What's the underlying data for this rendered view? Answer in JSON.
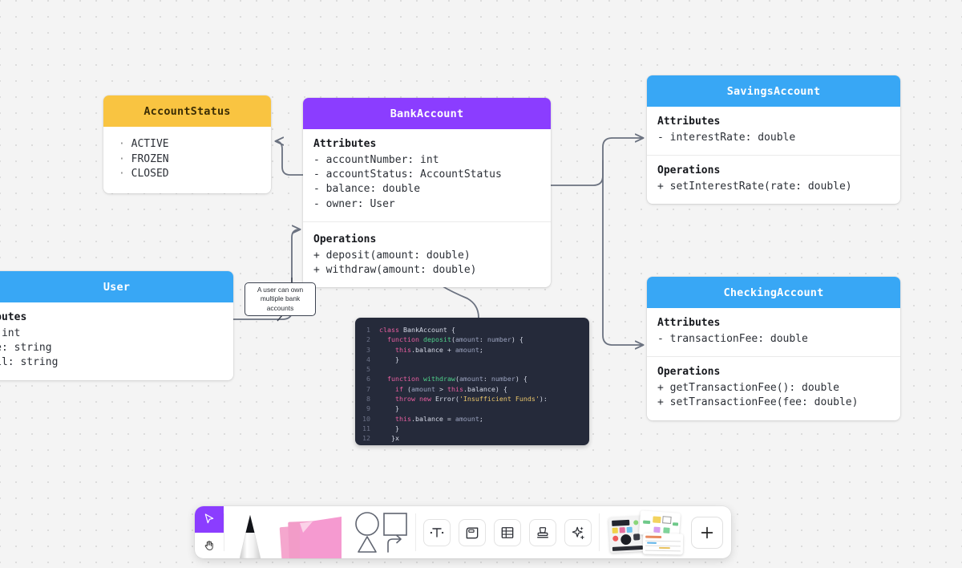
{
  "canvas": {
    "background_color": "#f4f4f4",
    "dot_color": "#dcdcdc"
  },
  "colors": {
    "purple": "#8b3dff",
    "blue": "#38a7f5",
    "amber": "#f9c441",
    "connector": "#6b7280",
    "code_bg": "#252a3a"
  },
  "cards": {
    "account_status": {
      "title": "AccountStatus",
      "header_color": "#f9c441",
      "values": [
        "ACTIVE",
        "FROZEN",
        "CLOSED"
      ]
    },
    "bank_account": {
      "title": "BankAccount",
      "header_color": "#8b3dff",
      "attributes_title": "Attributes",
      "attributes": [
        "- accountNumber: int",
        "- accountStatus: AccountStatus",
        "- balance: double",
        "- owner: User"
      ],
      "operations_title": "Operations",
      "operations": [
        "+ deposit(amount: double)",
        "+ withdraw(amount: double)"
      ]
    },
    "savings_account": {
      "title": "SavingsAccount",
      "header_color": "#38a7f5",
      "attributes_title": "Attributes",
      "attributes": [
        "- interestRate: double"
      ],
      "operations_title": "Operations",
      "operations": [
        "+ setInterestRate(rate: double)"
      ]
    },
    "checking_account": {
      "title": "CheckingAccount",
      "header_color": "#38a7f5",
      "attributes_title": "Attributes",
      "attributes": [
        "- transactionFee: double"
      ],
      "operations_title": "Operations",
      "operations": [
        "+ getTransactionFee(): double",
        "+ setTransactionFee(fee: double)"
      ]
    },
    "user": {
      "title": "User",
      "header_color": "#38a7f5",
      "attributes_title": "Attributes",
      "attributes": [
        "- id: int",
        "- name: string",
        "- email: string"
      ]
    }
  },
  "annotation": {
    "text": "A user can own multiple bank accounts"
  },
  "code_block": {
    "language": "typescript",
    "lines": [
      {
        "n": "1",
        "tokens": [
          {
            "t": "class ",
            "c": "kw"
          },
          {
            "t": "BankAccount ",
            "c": "cls"
          },
          {
            "t": "{",
            "c": "plain"
          }
        ]
      },
      {
        "n": "2",
        "tokens": [
          {
            "t": "  ",
            "c": "plain"
          },
          {
            "t": "function ",
            "c": "kw"
          },
          {
            "t": "deposit",
            "c": "fn"
          },
          {
            "t": "(",
            "c": "plain"
          },
          {
            "t": "amount",
            "c": "var"
          },
          {
            "t": ": ",
            "c": "plain"
          },
          {
            "t": "number",
            "c": "var"
          },
          {
            "t": ") {",
            "c": "plain"
          }
        ]
      },
      {
        "n": "3",
        "tokens": [
          {
            "t": "    ",
            "c": "plain"
          },
          {
            "t": "this",
            "c": "kw"
          },
          {
            "t": ".balance + ",
            "c": "plain"
          },
          {
            "t": "amount",
            "c": "var"
          },
          {
            "t": ";",
            "c": "plain"
          }
        ]
      },
      {
        "n": "4",
        "tokens": [
          {
            "t": "    }",
            "c": "plain"
          }
        ]
      },
      {
        "n": "5",
        "tokens": [
          {
            "t": "",
            "c": "plain"
          }
        ]
      },
      {
        "n": "6",
        "tokens": [
          {
            "t": "  ",
            "c": "plain"
          },
          {
            "t": "function ",
            "c": "kw"
          },
          {
            "t": "withdraw",
            "c": "fn"
          },
          {
            "t": "(",
            "c": "plain"
          },
          {
            "t": "amount",
            "c": "var"
          },
          {
            "t": ": ",
            "c": "plain"
          },
          {
            "t": "number",
            "c": "var"
          },
          {
            "t": ") {",
            "c": "plain"
          }
        ]
      },
      {
        "n": "7",
        "tokens": [
          {
            "t": "    ",
            "c": "plain"
          },
          {
            "t": "if",
            "c": "kw"
          },
          {
            "t": " (",
            "c": "plain"
          },
          {
            "t": "amount",
            "c": "var"
          },
          {
            "t": " > ",
            "c": "plain"
          },
          {
            "t": "this",
            "c": "kw"
          },
          {
            "t": ".balance) {",
            "c": "plain"
          }
        ]
      },
      {
        "n": "8",
        "tokens": [
          {
            "t": "    ",
            "c": "plain"
          },
          {
            "t": "throw new ",
            "c": "kw"
          },
          {
            "t": "Error",
            "c": "cls"
          },
          {
            "t": "(",
            "c": "plain"
          },
          {
            "t": "'Insufficient Funds'",
            "c": "str"
          },
          {
            "t": "):",
            "c": "plain"
          }
        ]
      },
      {
        "n": "9",
        "tokens": [
          {
            "t": "    }",
            "c": "plain"
          }
        ]
      },
      {
        "n": "10",
        "tokens": [
          {
            "t": "    ",
            "c": "plain"
          },
          {
            "t": "this",
            "c": "kw"
          },
          {
            "t": ".balance = ",
            "c": "plain"
          },
          {
            "t": "amount",
            "c": "var"
          },
          {
            "t": ";",
            "c": "plain"
          }
        ]
      },
      {
        "n": "11",
        "tokens": [
          {
            "t": "    }",
            "c": "plain"
          }
        ]
      },
      {
        "n": "12",
        "tokens": [
          {
            "t": "   }x",
            "c": "plain"
          }
        ]
      }
    ]
  },
  "toolbar": {
    "tools": [
      {
        "name": "select-tool",
        "label": "Select",
        "active": true
      },
      {
        "name": "hand-tool",
        "label": "Hand",
        "active": false
      },
      {
        "name": "pen-tool",
        "label": "Pen",
        "active": false
      },
      {
        "name": "sticky-note-tool",
        "label": "Sticky note",
        "active": false
      },
      {
        "name": "shapes-tool",
        "label": "Shapes",
        "active": false
      },
      {
        "name": "text-tool",
        "label": "Text",
        "active": false
      },
      {
        "name": "frame-tool",
        "label": "Frame",
        "active": false
      },
      {
        "name": "table-tool",
        "label": "Table",
        "active": false
      },
      {
        "name": "stamp-tool",
        "label": "Stamp",
        "active": false
      },
      {
        "name": "ai-tool",
        "label": "AI",
        "active": false
      },
      {
        "name": "templates-tool",
        "label": "Templates",
        "active": false
      },
      {
        "name": "more-apps-button",
        "label": "+",
        "active": false
      }
    ]
  }
}
